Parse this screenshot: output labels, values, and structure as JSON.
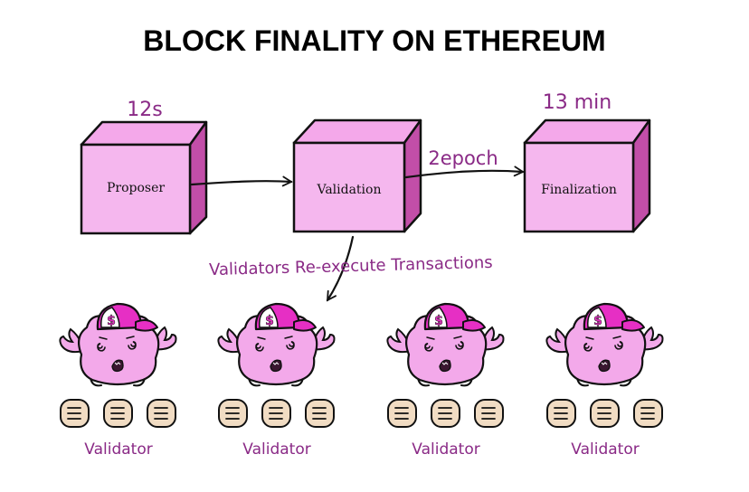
{
  "title": "BLOCK FINALITY ON ETHEREUM",
  "stages": [
    {
      "label": "Proposer",
      "time": "12s"
    },
    {
      "label": "Validation",
      "time": ""
    },
    {
      "label": "Finalization",
      "time": "13 min"
    }
  ],
  "edges": [
    {
      "from": "Proposer",
      "to": "Validation",
      "label": ""
    },
    {
      "from": "Validation",
      "to": "Finalization",
      "label": "2epoch"
    }
  ],
  "reexecute_label": "Validators Re-execute Transactions",
  "validators": [
    {
      "label": "Validator",
      "badge_icon": "dollar-icon",
      "transactions": 3
    },
    {
      "label": "Validator",
      "badge_icon": "dollar-icon",
      "transactions": 3
    },
    {
      "label": "Validator",
      "badge_icon": "dollar-icon",
      "transactions": 3
    },
    {
      "label": "Validator",
      "badge_icon": "dollar-icon",
      "transactions": 3
    }
  ],
  "colors": {
    "cube_front": "#f5b7ee",
    "cube_top": "#f4a8ea",
    "cube_side": "#c24ea8",
    "mascot_body": "#f3a9ea",
    "cap": "#e62fc4",
    "transaction_fill": "#f1dcc3",
    "handwriting": "#8a2a86"
  }
}
